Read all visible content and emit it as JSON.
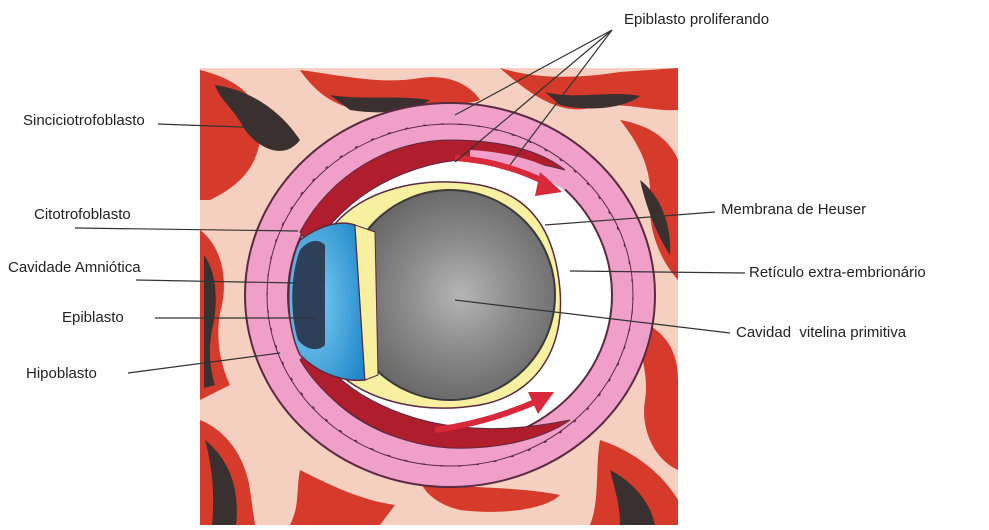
{
  "labels": {
    "epiblasto_proliferando": "Epiblasto proliferando",
    "sinciciotrofoblasto": "Sinciciotrofoblasto",
    "citotrofoblasto": "Citotrofoblasto",
    "cavidade_amniotica": "Cavidade Amniótica",
    "epiblasto": "Epiblasto",
    "hipoblasto": "Hipoblasto",
    "membrana_heuser": "Membrana de Heuser",
    "reticulo": "Retículo extra-embrionário",
    "cavidad_vitelina": "Cavidad  vitelina primitiva"
  },
  "colors": {
    "background_tissue": "#f5cfc0",
    "maternal_blood": "#d63a2a",
    "gland_dark": "#3a3030",
    "trophoblast_cells": "#f0a0c8",
    "cell_outline": "#5a2a40",
    "extraembryonic_red": "#b01e2e",
    "amniotic_blue": "#2a9ad8",
    "hypoblast_yellow": "#f6f0a0",
    "yolk_gray": "#7a7a7a",
    "arrow_red": "#d8283a"
  }
}
